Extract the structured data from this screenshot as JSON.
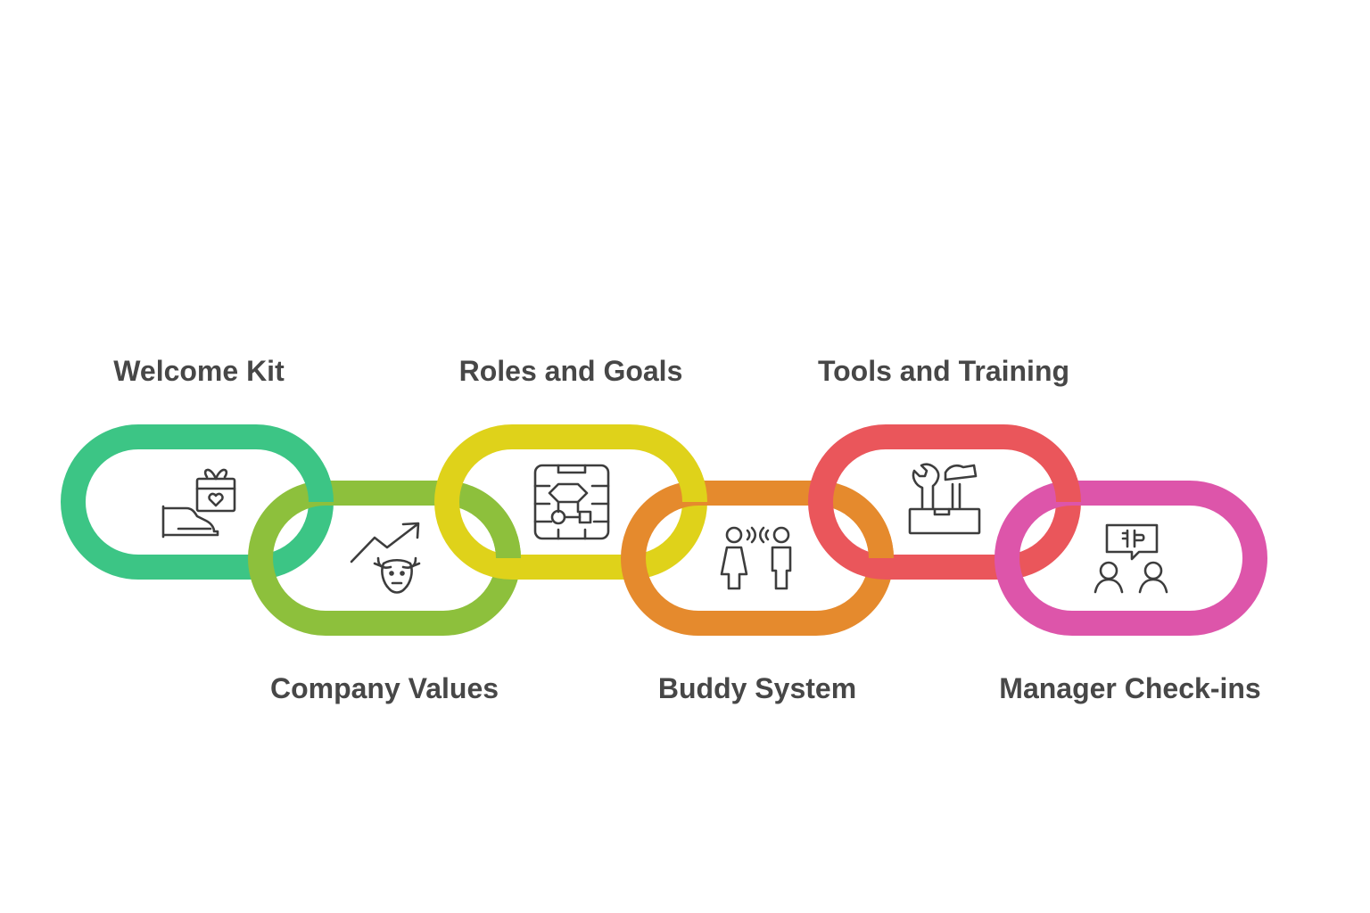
{
  "steps": [
    {
      "label": "Welcome Kit",
      "color": "#3cc585",
      "icon": "gift-in-hand-icon"
    },
    {
      "label": "Company Values",
      "color": "#8dc03c",
      "icon": "bull-market-growth-icon"
    },
    {
      "label": "Roles and Goals",
      "color": "#dfd21a",
      "icon": "flowchart-icon"
    },
    {
      "label": "Buddy System",
      "color": "#e58a2d",
      "icon": "two-people-talking-icon"
    },
    {
      "label": "Tools and Training",
      "color": "#ea565b",
      "icon": "toolbox-icon"
    },
    {
      "label": "Manager Check-ins",
      "color": "#dd55aa",
      "icon": "meeting-discussion-icon"
    }
  ]
}
